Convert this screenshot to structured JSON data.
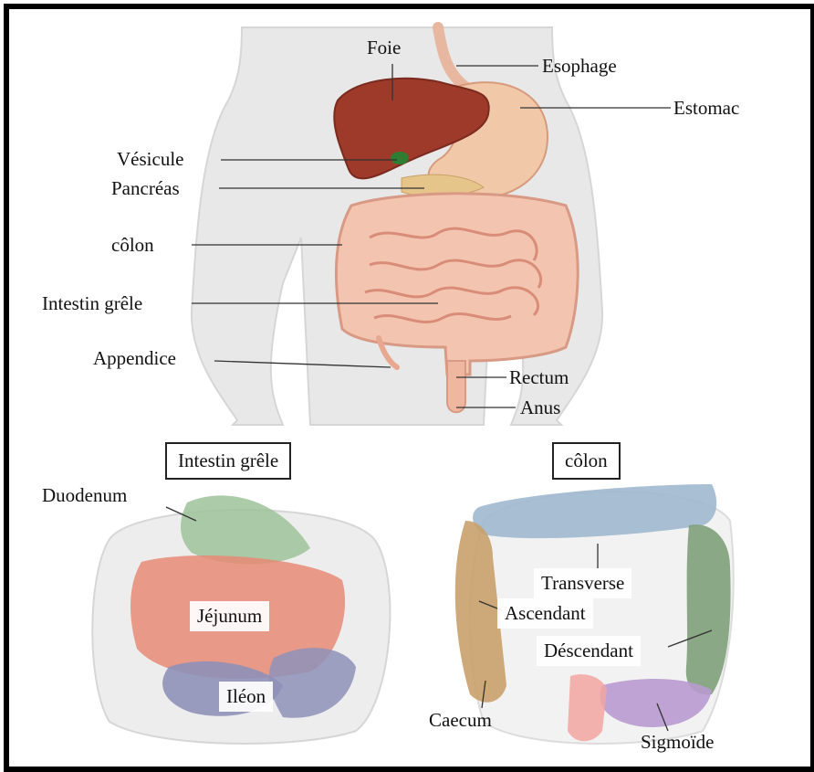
{
  "top_labels": {
    "foie": "Foie",
    "esophage": "Esophage",
    "estomac": "Estomac",
    "vesicule": "Vésicule",
    "pancreas": "Pancréas",
    "colon": "côlon",
    "intestin_grele": "Intestin grêle",
    "appendice": "Appendice",
    "rectum": "Rectum",
    "anus": "Anus"
  },
  "small_intestine_panel": {
    "title": "Intestin grêle",
    "duodenum": "Duodenum",
    "jejunum": "Jéjunum",
    "ileon": "Iléon"
  },
  "colon_panel": {
    "title": "côlon",
    "transverse": "Transverse",
    "ascendant": "Ascendant",
    "descendant": "Déscendant",
    "caecum": "Caecum",
    "sigmoide": "Sigmoïde"
  },
  "colors": {
    "skin": "#e6e6e6",
    "liver": "#9e3a2a",
    "stomach": "#f2c9a8",
    "intestine": "#f0b7a0",
    "gallbladder": "#2e7d32",
    "transverse": "#9fb8cf",
    "ascendant": "#c9a06a",
    "descendant": "#7fa07a",
    "sigmoid": "#b89ad0",
    "duodenum": "#9dc39a",
    "jejunum": "#e88a74",
    "ileon": "#8e90b8"
  }
}
